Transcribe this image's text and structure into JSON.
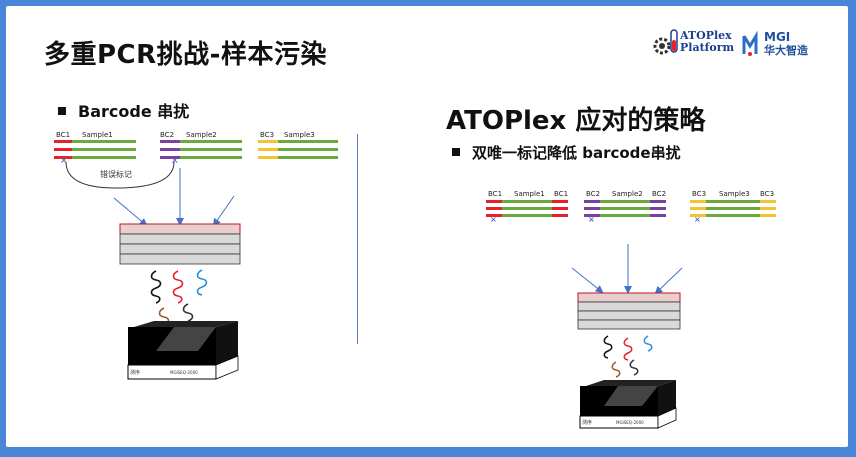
{
  "slide": {
    "title": "多重PCR挑战-样本污染",
    "logo": {
      "atoplex_line1": "ATOPlex",
      "atoplex_line2": "Platform",
      "mgi_line1": "MGI",
      "mgi_line2": "华大智造"
    },
    "left": {
      "bullet": "Barcode 串扰",
      "bc_labels": [
        "BC1",
        "BC2",
        "BC3"
      ],
      "sample_labels": [
        "Sample1",
        "Sample2",
        "Sample3"
      ],
      "error_label": "错误标记",
      "sequencer_label_1": "测序",
      "sequencer_label_2": "MGISEQ-2000"
    },
    "right": {
      "title": "ATOPlex 应对的策略",
      "bullet": "双唯一标记降低 barcode串扰",
      "bc_labels": [
        "BC1",
        "BC2",
        "BC3"
      ],
      "sample_labels": [
        "Sample1",
        "Sample2",
        "Sample3"
      ],
      "sequencer_label_1": "测序",
      "sequencer_label_2": "MGISEQ-2000"
    },
    "colors": {
      "frame": "#4a86d8",
      "bc1": "#e8202a",
      "bc2": "#7a3fa0",
      "bc3": "#f4c430",
      "sample": "#6aaa3c",
      "flowcell_top": "#e7cfcf",
      "arrow": "#4472c4"
    }
  }
}
